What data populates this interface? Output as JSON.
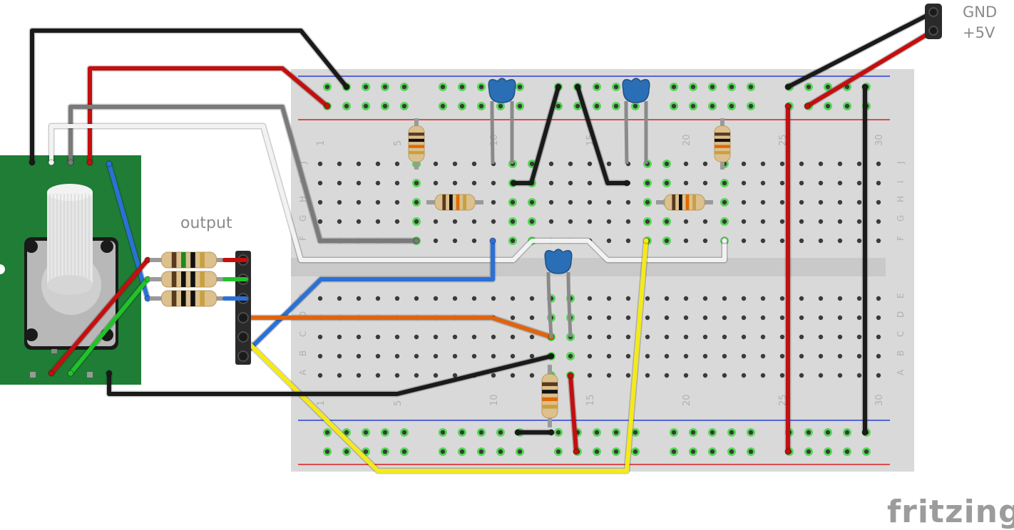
{
  "labels": {
    "gnd": "GND",
    "vcc": "+5V",
    "output": "output",
    "brand": "fritzing"
  },
  "breadboard": {
    "col_numbers": [
      "1",
      "5",
      "10",
      "15",
      "20",
      "25",
      "30"
    ],
    "row_letters_top": [
      "J",
      "I",
      "H",
      "G",
      "F"
    ],
    "row_letters_bottom": [
      "E",
      "D",
      "C",
      "B",
      "A"
    ]
  },
  "colors": {
    "breadboard": "#d9d9d9",
    "rail_blue": "#2a3fd8",
    "rail_red": "#d81f1f",
    "hole": "#3a3a3a",
    "hole_active": "#55d855",
    "pcb": "#1f7d36",
    "wire_black": "#1a1a1a",
    "wire_red": "#c40f0f",
    "wire_grey": "#7a7a7a",
    "wire_white": "#f2f2f2",
    "wire_blue": "#2b70d6",
    "wire_green": "#22c22a",
    "wire_orange": "#e0640f",
    "wire_yellow": "#f4ea1a",
    "capacitor": "#2a6fb5",
    "resistor_body": "#dcc08e",
    "brand": "#9c9c9c"
  },
  "icons": {
    "potentiometer": "rotary-potentiometer-icon",
    "header": "pin-header-icon",
    "capacitor": "ceramic-capacitor-icon",
    "resistor": "resistor-icon"
  }
}
